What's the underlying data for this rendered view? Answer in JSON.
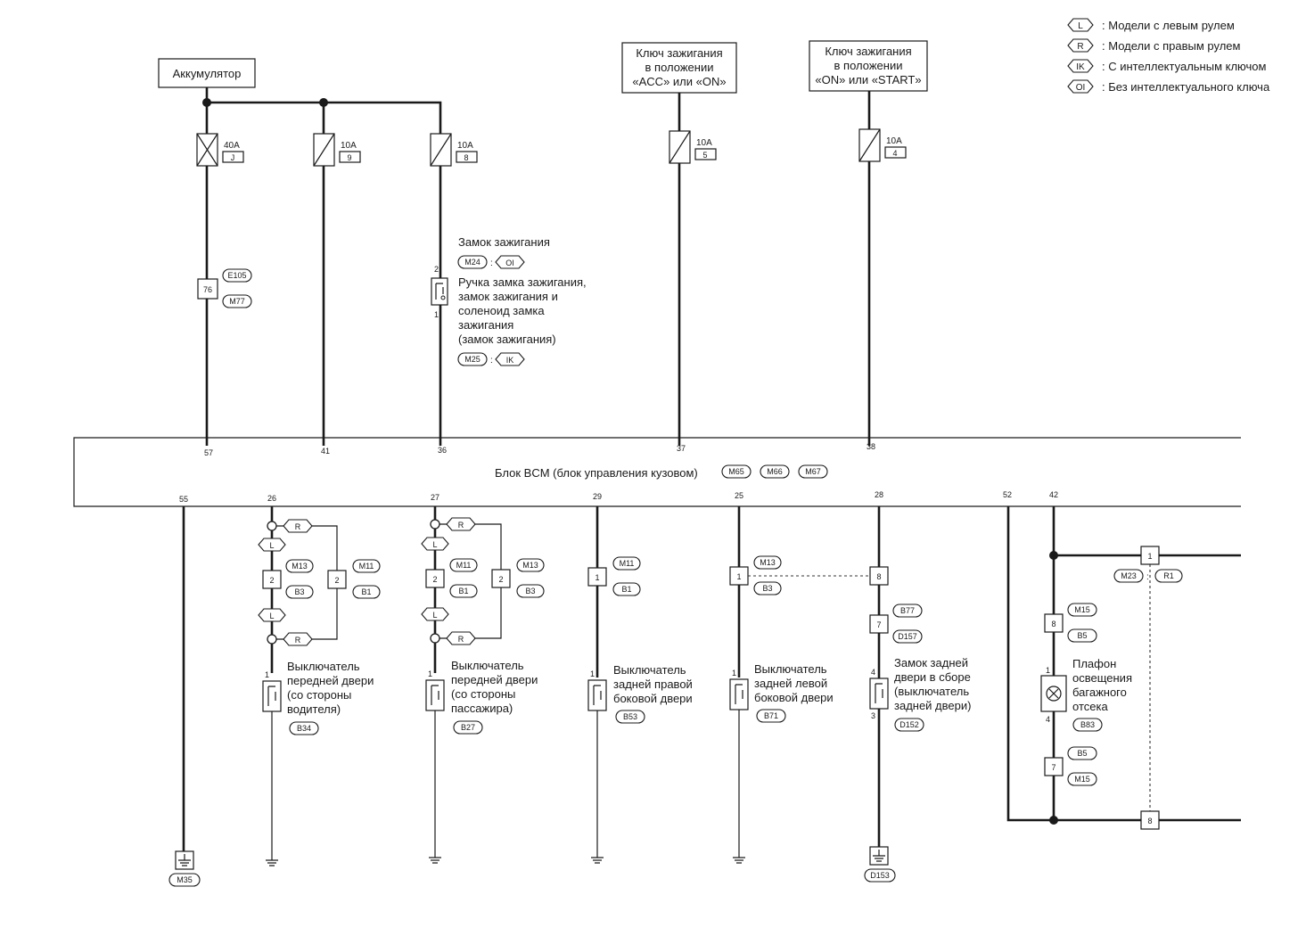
{
  "legend": [
    {
      "code": "L",
      "text": ": Модели с левым рулем"
    },
    {
      "code": "R",
      "text": ": Модели с правым рулем"
    },
    {
      "code": "IK",
      "text": ": С интеллектуальным ключом"
    },
    {
      "code": "OI",
      "text": ": Без интеллектуального ключа"
    }
  ],
  "sources": {
    "battery": "Аккумулятор",
    "acc_on": [
      "Ключ зажигания",
      "в положении",
      "«ACC» или «ON»"
    ],
    "on_start": [
      "Ключ зажигания",
      "в положении",
      "«ON» или «START»"
    ]
  },
  "fuses": [
    {
      "rating": "40A",
      "id": "J"
    },
    {
      "rating": "10A",
      "id": "9"
    },
    {
      "rating": "10A",
      "id": "8"
    },
    {
      "rating": "10A",
      "id": "5"
    },
    {
      "rating": "10A",
      "id": "4"
    }
  ],
  "connectors": {
    "e105": "E105",
    "c76": "76",
    "m77": "M77",
    "m24": "M24",
    "m25": "M25",
    "oi": "OI",
    "ik": "IK",
    "m65": "M65",
    "m66": "M66",
    "m67": "M67",
    "m13": "M13",
    "m11": "M11",
    "b3": "B3",
    "b1": "B1",
    "b77": "B77",
    "d157": "D157",
    "d152": "D152",
    "d153": "D153",
    "m15": "M15",
    "b5": "B5",
    "b83": "B83",
    "m23": "M23",
    "r1": "R1",
    "b34": "B34",
    "b27": "B27",
    "b53": "B53",
    "b71": "B71",
    "m35": "M35",
    "r": "R",
    "l": "L",
    "p1": "1",
    "p2": "2",
    "p3": "3",
    "p4": "4",
    "p7": "7",
    "p8": "8"
  },
  "ignition_switch": {
    "title": "Замок зажигания",
    "desc": [
      "Ручка замка зажигания,",
      "замок зажигания и",
      "соленоид замка",
      "зажигания",
      "(замок зажигания)"
    ]
  },
  "bcm": {
    "label": "Блок BCM (блок управления кузовом)",
    "top_pins": [
      "57",
      "41",
      "36",
      "37",
      "38"
    ],
    "bottom_pins": [
      "55",
      "26",
      "27",
      "29",
      "25",
      "28",
      "52",
      "42"
    ]
  },
  "switches": {
    "driver": [
      "Выключатель",
      "передней двери",
      "(со стороны",
      "водителя)"
    ],
    "passenger": [
      "Выключатель",
      "передней двери",
      "(со стороны",
      "пассажира)"
    ],
    "rear_right": [
      "Выключатель",
      "задней правой",
      "боковой двери"
    ],
    "rear_left": [
      "Выключатель",
      "задней левой",
      "боковой двери"
    ],
    "back_door": [
      "Замок задней",
      "двери в сборе",
      "(выключатель",
      "задней двери)"
    ],
    "luggage": [
      "Плафон",
      "освещения",
      "багажного",
      "отсека"
    ]
  }
}
